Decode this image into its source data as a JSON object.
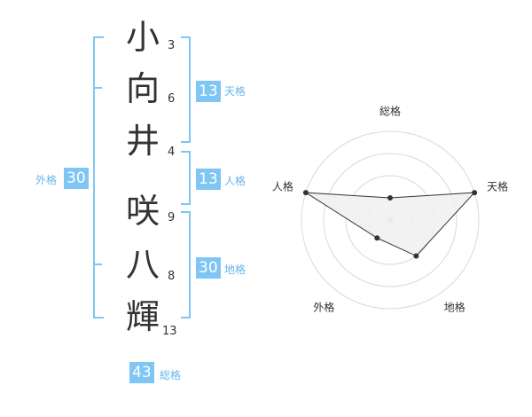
{
  "name": {
    "characters": [
      {
        "char": "小",
        "strokes": "3"
      },
      {
        "char": "向",
        "strokes": "6"
      },
      {
        "char": "井",
        "strokes": "4"
      },
      {
        "char": "咲",
        "strokes": "9"
      },
      {
        "char": "八",
        "strokes": "8"
      },
      {
        "char": "輝",
        "strokes": "13"
      }
    ]
  },
  "fortune": {
    "tenkaku": {
      "value": "13",
      "label": "天格"
    },
    "jinkaku": {
      "value": "13",
      "label": "人格"
    },
    "chikaku": {
      "value": "30",
      "label": "地格"
    },
    "gaikaku": {
      "value": "30",
      "label": "外格"
    },
    "soukaku": {
      "value": "43",
      "label": "総格"
    }
  },
  "chart_data": {
    "type": "radar",
    "axes": [
      "総格",
      "天格",
      "地格",
      "外格",
      "人格"
    ],
    "values": [
      1,
      4,
      2,
      1,
      4
    ],
    "max": 4,
    "rings": 4,
    "colors": {
      "fill": "#f0f0f0",
      "line": "#333333",
      "grid": "#d9d9d9",
      "center": "#cccccc"
    }
  },
  "colors": {
    "accent": "#7fc6f4",
    "accent_text": "#67b6ec"
  }
}
